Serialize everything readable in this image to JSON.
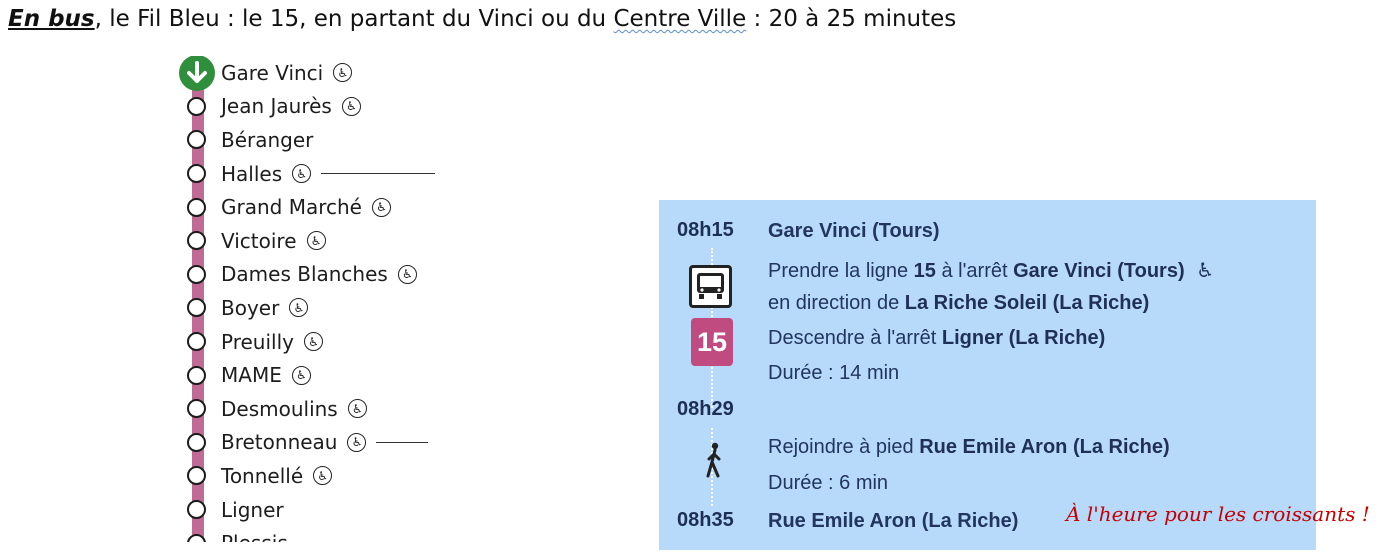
{
  "heading": {
    "mode": "En bus",
    "after_mode": ", le Fil Bleu : le 15, en partant du Vinci ou du ",
    "place": "Centre Ville",
    "after_place": " : 20 à 25 minutes"
  },
  "line_color": "#c06b96",
  "stops": [
    {
      "name": "Gare Vinci",
      "accessible": true,
      "start": true
    },
    {
      "name": "Jean Jaurès",
      "accessible": true
    },
    {
      "name": "Béranger",
      "accessible": false
    },
    {
      "name": "Halles",
      "accessible": true,
      "connection": true
    },
    {
      "name": "Grand Marché",
      "accessible": true
    },
    {
      "name": "Victoire",
      "accessible": true
    },
    {
      "name": "Dames Blanches",
      "accessible": true
    },
    {
      "name": "Boyer",
      "accessible": true
    },
    {
      "name": "Preuilly",
      "accessible": true
    },
    {
      "name": "MAME",
      "accessible": true
    },
    {
      "name": "Desmoulins",
      "accessible": true
    },
    {
      "name": "Bretonneau",
      "accessible": true,
      "connection": true
    },
    {
      "name": "Tonnellé",
      "accessible": true
    },
    {
      "name": "Ligner",
      "accessible": false
    },
    {
      "name": "Plessis",
      "accessible": false
    }
  ],
  "itinerary": {
    "depart_time": "08h15",
    "depart_stop": "Gare Vinci (Tours)",
    "take_prefix": "Prendre la ligne ",
    "line": "15",
    "take_mid": " à l'arrêt ",
    "take_stop": "Gare Vinci (Tours)",
    "direction_prefix": "en direction de ",
    "direction": "La Riche Soleil (La Riche)",
    "alight_prefix": "Descendre à l'arrêt ",
    "alight_stop": "Ligner (La Riche)",
    "ride_duration": "Durée : 14 min",
    "transfer_time": "08h29",
    "walk_prefix": "Rejoindre à pied ",
    "walk_dest": "Rue Emile Aron (La Riche)",
    "walk_duration": "Durée : 6 min",
    "arrival_time": "08h35",
    "arrival_stop": "Rue Emile Aron (La Riche)"
  },
  "note": "À l'heure pour les croissants !",
  "icons": [
    "wheelchair-icon",
    "bus-icon",
    "walk-icon",
    "down-arrow-icon"
  ]
}
